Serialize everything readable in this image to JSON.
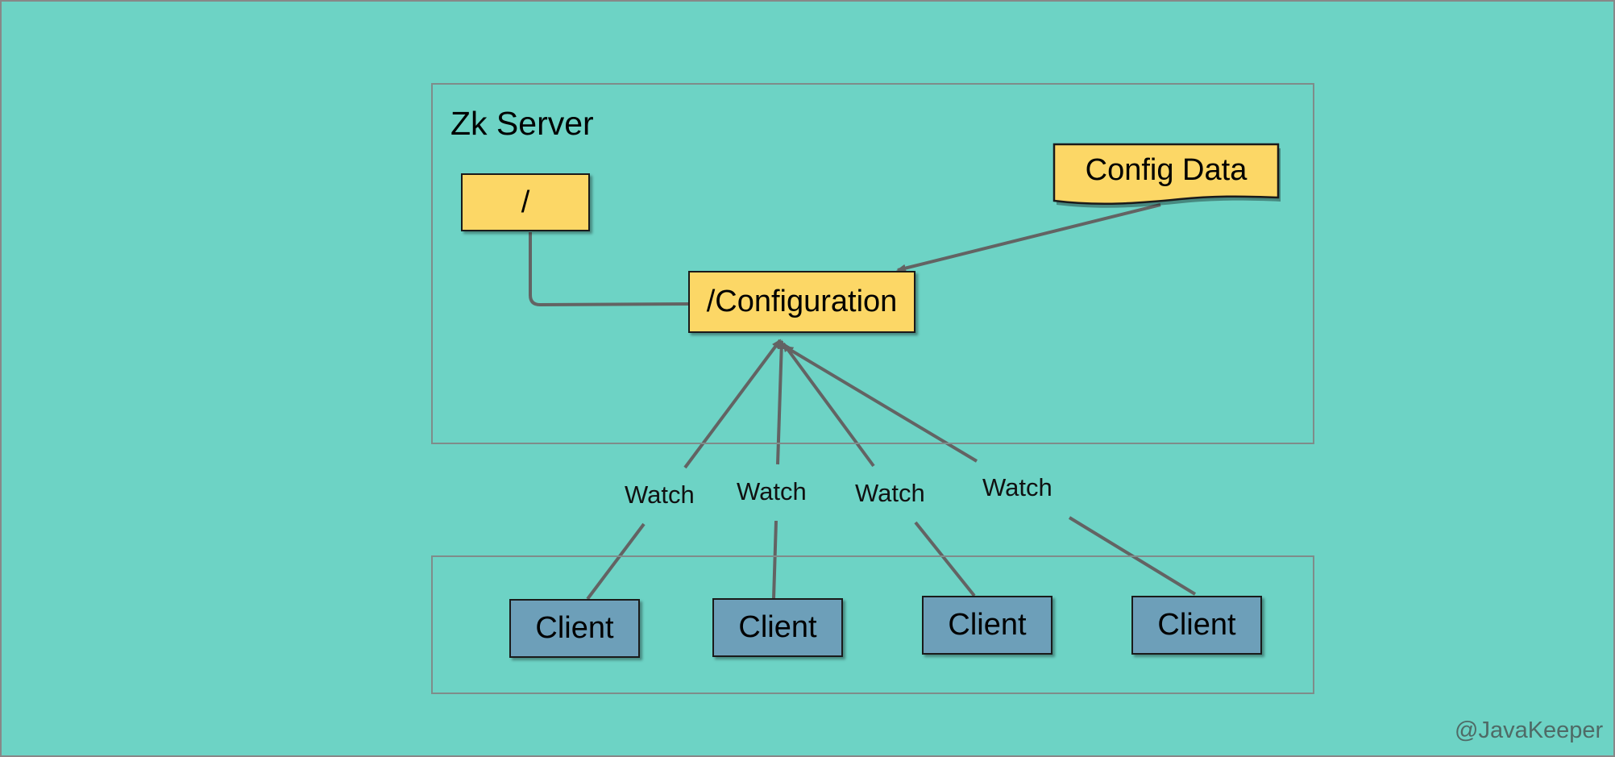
{
  "colors": {
    "background": "#6dd3c5",
    "node_yellow": "#fcd766",
    "node_blue": "#6d9fb9",
    "edge": "#636363",
    "watermark": "#4f6a66"
  },
  "server": {
    "title": "Zk Server"
  },
  "nodes": {
    "root": "/",
    "configuration": "/Configuration",
    "config_data": "Config Data"
  },
  "clients": [
    {
      "label": "Client",
      "watch_label": "Watch"
    },
    {
      "label": "Client",
      "watch_label": "Watch"
    },
    {
      "label": "Client",
      "watch_label": "Watch"
    },
    {
      "label": "Client",
      "watch_label": "Watch"
    }
  ],
  "watermark": "@JavaKeeper"
}
